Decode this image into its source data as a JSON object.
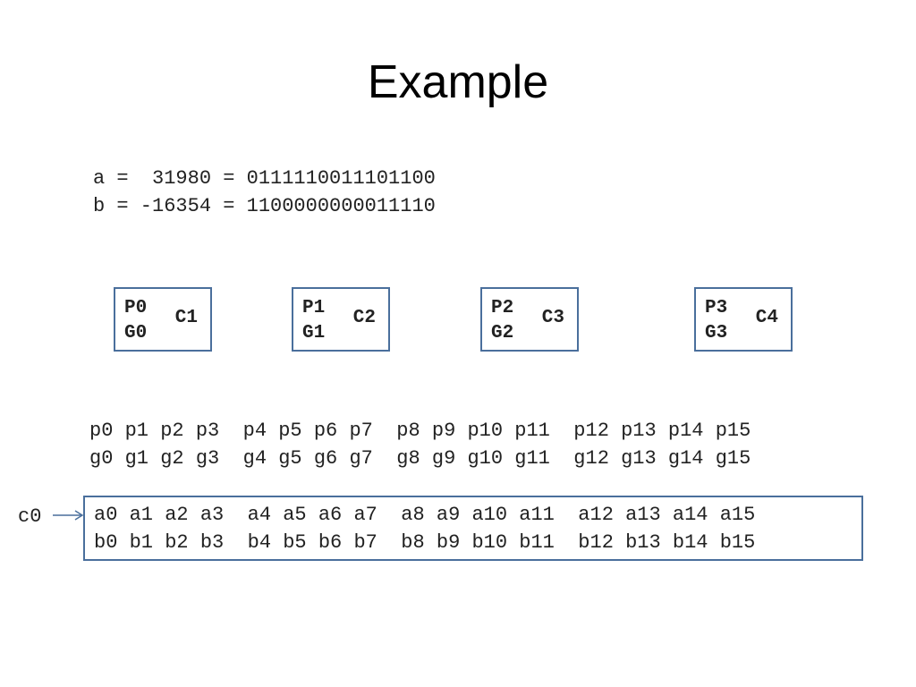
{
  "title": "Example",
  "values": {
    "line_a": "a =  31980 = 0111110011101100",
    "line_b": "b = -16354 = 1100000000011110"
  },
  "blocks": [
    {
      "p": "P0",
      "g": "G0",
      "c": "C1"
    },
    {
      "p": "P1",
      "g": "G1",
      "c": "C2"
    },
    {
      "p": "P2",
      "g": "G2",
      "c": "C3"
    },
    {
      "p": "P3",
      "g": "G3",
      "c": "C4"
    }
  ],
  "propagate_row": "p0 p1 p2 p3  p4 p5 p6 p7  p8 p9 p10 p11  p12 p13 p14 p15",
  "generate_row": "g0 g1 g2 g3  g4 g5 g6 g7  g8 g9 g10 g11  g12 g13 g14 g15",
  "input_a_row": "a0 a1 a2 a3  a4 a5 a6 a7  a8 a9 a10 a11  a12 a13 a14 a15",
  "input_b_row": "b0 b1 b2 b3  b4 b5 b6 b7  b8 b9 b10 b11  b12 b13 b14 b15",
  "carry_in": "c0",
  "colors": {
    "box_border": "#4a6f9c",
    "arrow": "#4a6f9c"
  }
}
